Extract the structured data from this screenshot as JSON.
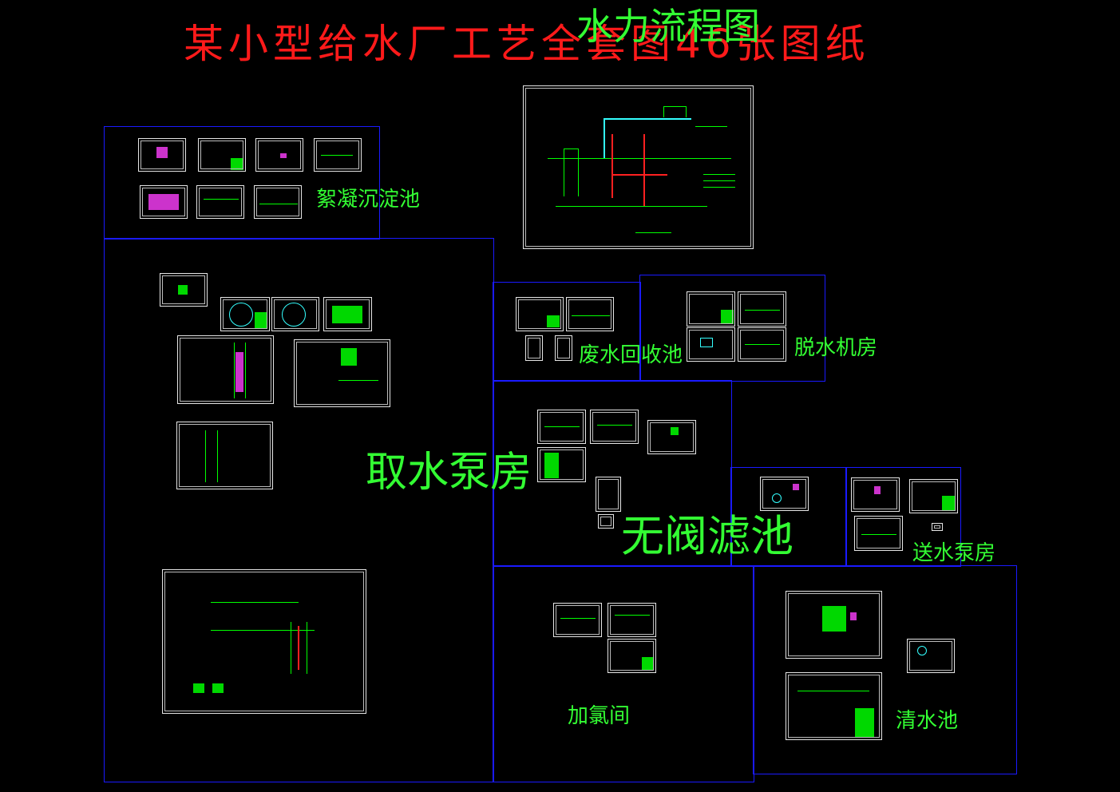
{
  "drawing": {
    "main_title": "某小型给水厂工艺全套图46张图纸",
    "flow_title": "水力流程图"
  },
  "sections": {
    "flocculation": "絮凝沉淀池",
    "intake_pump": "取水泵房",
    "wastewater": "废水回收池",
    "dewatering": "脱水机房",
    "valveless_filter": "无阀滤池",
    "delivery_pump": "送水泵房",
    "chlorination": "加氯间",
    "clear_well": "清水池"
  },
  "colors": {
    "background": "#000000",
    "title": "#ff1a1a",
    "label": "#33ff33",
    "region_border": "#1a1aff",
    "sheet_border": "#e6e6e6",
    "drawing_line": "#00ff00",
    "pipe_red": "#ff2020",
    "pipe_cyan": "#33ffff"
  }
}
